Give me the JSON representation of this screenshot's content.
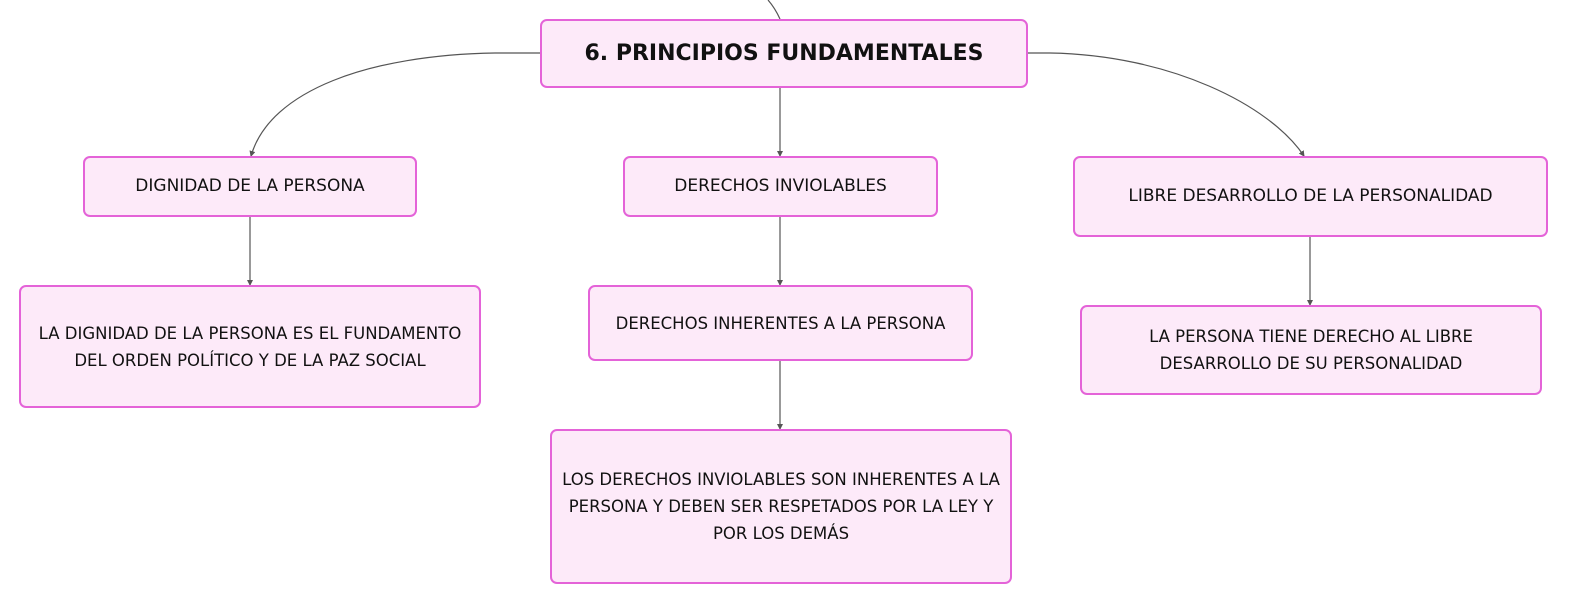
{
  "colors": {
    "node_fill": "#fdeaf9",
    "node_border": "#e463d8",
    "connector": "#555555",
    "text": "#111111"
  },
  "nodes": {
    "root": "6. PRINCIPIOS FUNDAMENTALES",
    "dignidad": "DIGNIDAD DE LA PERSONA",
    "derechos": "DERECHOS INVIOLABLES",
    "libre": "LIBRE DESARROLLO DE LA PERSONALIDAD",
    "dignidad_desc": "LA DIGNIDAD DE LA PERSONA ES EL FUNDAMENTO DEL ORDEN POLÍTICO Y DE LA PAZ SOCIAL",
    "derechos_inherentes": "DERECHOS INHERENTES A LA PERSONA",
    "derechos_desc": "LOS DERECHOS INVIOLABLES SON INHERENTES A LA PERSONA Y DEBEN SER RESPETADOS POR LA LEY Y POR LOS DEMÁS",
    "libre_desc": "LA PERSONA TIENE DERECHO AL LIBRE DESARROLLO DE SU PERSONALIDAD"
  }
}
